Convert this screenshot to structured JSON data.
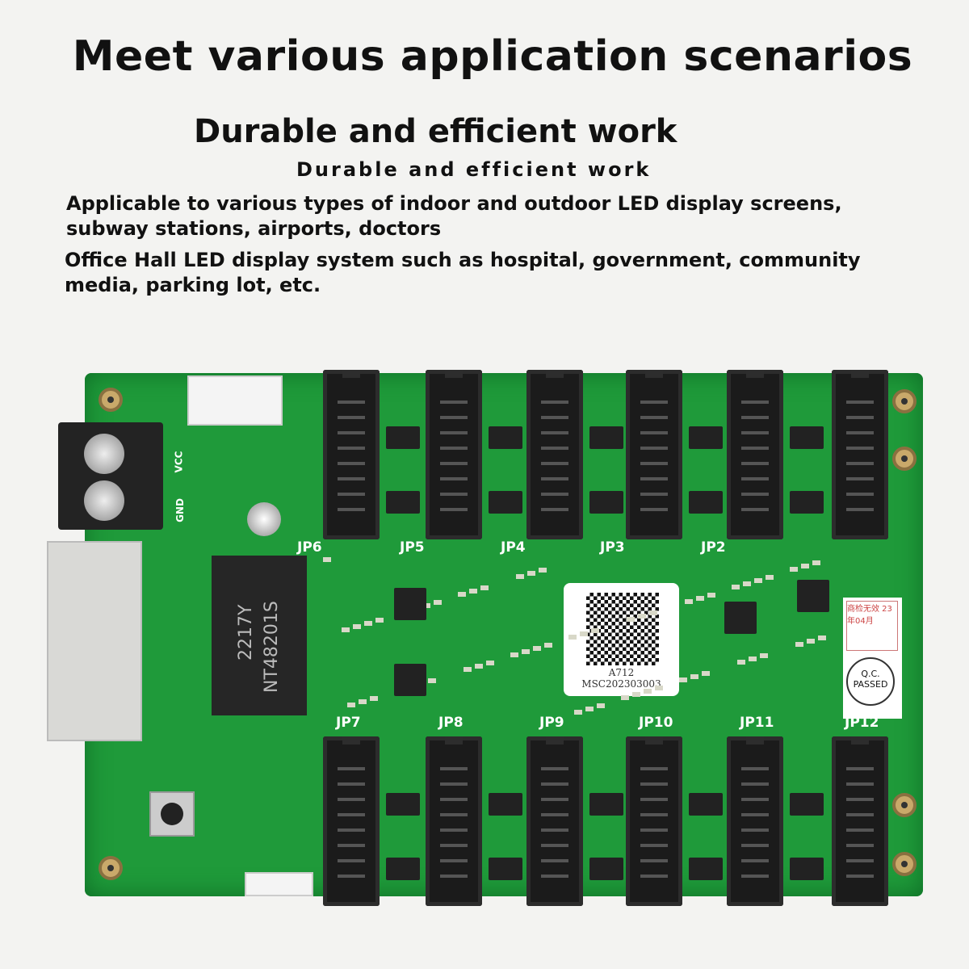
{
  "header": {
    "title": "Meet various application scenarios",
    "subtitle": "Durable and efficient work",
    "subtitle_small": "Durable and efficient work"
  },
  "body": {
    "paragraph1": "Applicable to various types of indoor and outdoor LED display screens, subway stations, airports, doctors",
    "paragraph2": "Office Hall LED display system such as hospital, government, community media, parking lot, etc."
  },
  "board": {
    "top_connectors": [
      "JP6",
      "JP5",
      "JP4",
      "JP3",
      "JP2",
      ""
    ],
    "bottom_connectors": [
      "JP7",
      "JP8",
      "JP9",
      "JP10",
      "JP11",
      "JP12"
    ],
    "main_chip": [
      "2217Y",
      "NT48201S"
    ],
    "label_model": "A712",
    "label_serial": "MSC202303003",
    "qc_stamp": "商检无效 23年04月",
    "qc_passed": "Q.C. PASSED",
    "terminal_labels": [
      "VCC",
      "GND"
    ],
    "colors": {
      "pcb": "#1f9a3a",
      "connector": "#1b1b1b",
      "background": "#f3f3f1"
    }
  }
}
